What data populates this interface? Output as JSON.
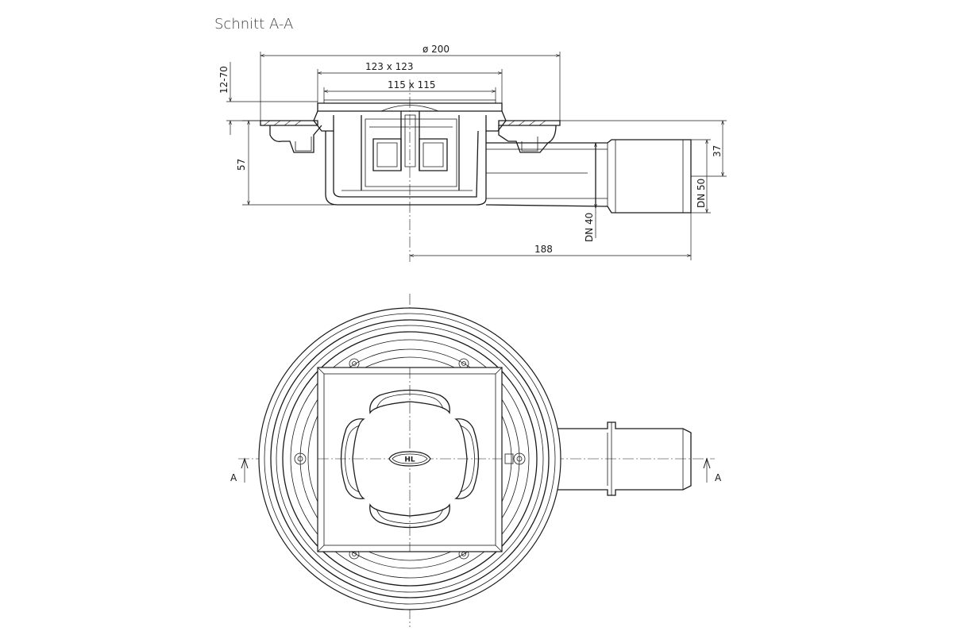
{
  "drawing": {
    "section_title": "Schnitt A-A",
    "dimensions": {
      "diameter": "ø 200",
      "outer_square": "123 x 123",
      "inner_square": "115 x 115",
      "height_range": "12-70",
      "height": "57",
      "outlet_height": "37",
      "outlet_length": "188",
      "dn40": "DN 40",
      "dn50": "DN 50"
    },
    "section_marks": [
      "A",
      "A"
    ],
    "logo_text": "HL"
  }
}
